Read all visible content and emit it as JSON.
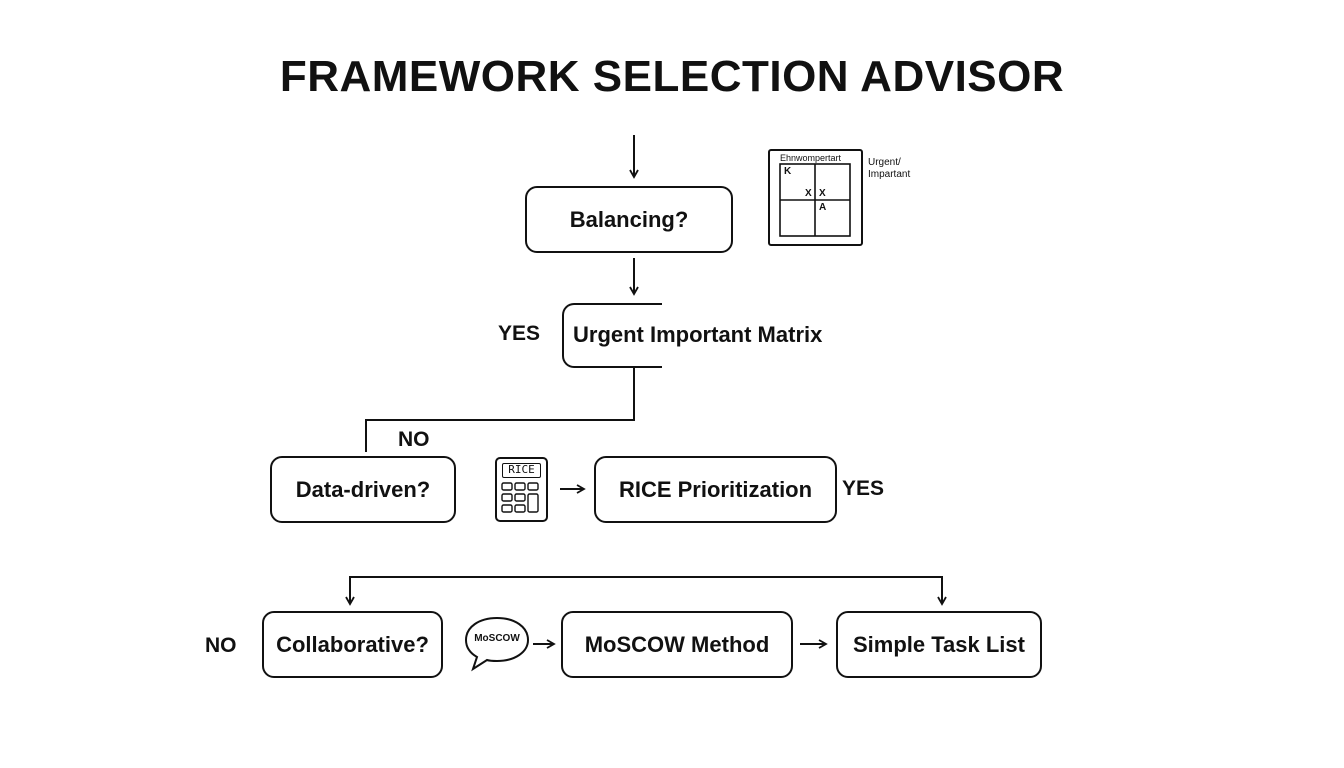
{
  "title": "FRAMEWORK SELECTION ADVISOR",
  "nodes": {
    "balancing": "Balancing?",
    "urgent_matrix": "Urgent Important Matrix",
    "data_driven": "Data-driven?",
    "rice": "RICE Prioritization",
    "collaborative": "Collaborative?",
    "moscow": "MoSCOW Method",
    "simple_list": "Simple Task List"
  },
  "edge_labels": {
    "yes_urgent": "YES",
    "no_data": "NO",
    "yes_rice": "YES",
    "no_collab": "NO"
  },
  "icons": {
    "matrix": {
      "name": "eisenhower-matrix-icon",
      "header": "Ehnwompertart",
      "caption_line1": "Urgent/",
      "caption_line2": "Impartant",
      "marks": [
        "K",
        "X",
        "X",
        "A"
      ]
    },
    "calculator": {
      "name": "calculator-icon",
      "label": "RICE"
    },
    "speech_bubble": {
      "name": "speech-bubble-icon",
      "label": "MoSCOW"
    }
  }
}
